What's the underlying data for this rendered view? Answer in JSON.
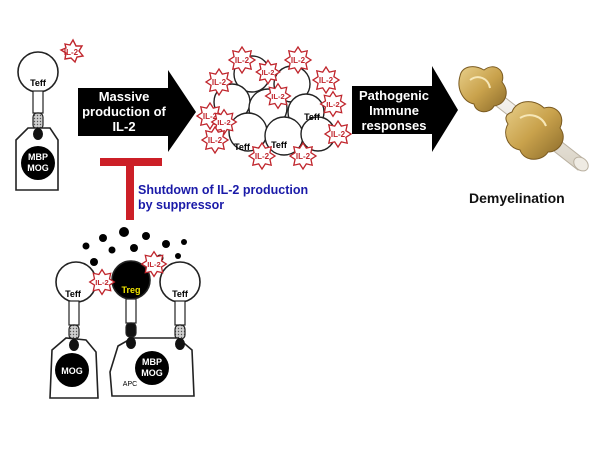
{
  "labels": {
    "teff": "Teff",
    "treg": "Treg",
    "il2": "IL-2",
    "mbp": "MBP",
    "mog": "MOG",
    "apc": "APC"
  },
  "arrows": {
    "massive": [
      "Massive",
      "production of",
      "IL-2"
    ],
    "pathogenic": [
      "Pathogenic",
      "Immune",
      "responses"
    ]
  },
  "suppressor_text": [
    "Shutdown of IL-2 production",
    "by suppressor"
  ],
  "outcome": "Demyelination",
  "colors": {
    "il2_star": "#c0262d",
    "suppressor_bar": "#cc1f27",
    "suppressor_text": "#1a1aa8",
    "arrow_fill": "#000000",
    "treg_label": "#f2e600"
  }
}
